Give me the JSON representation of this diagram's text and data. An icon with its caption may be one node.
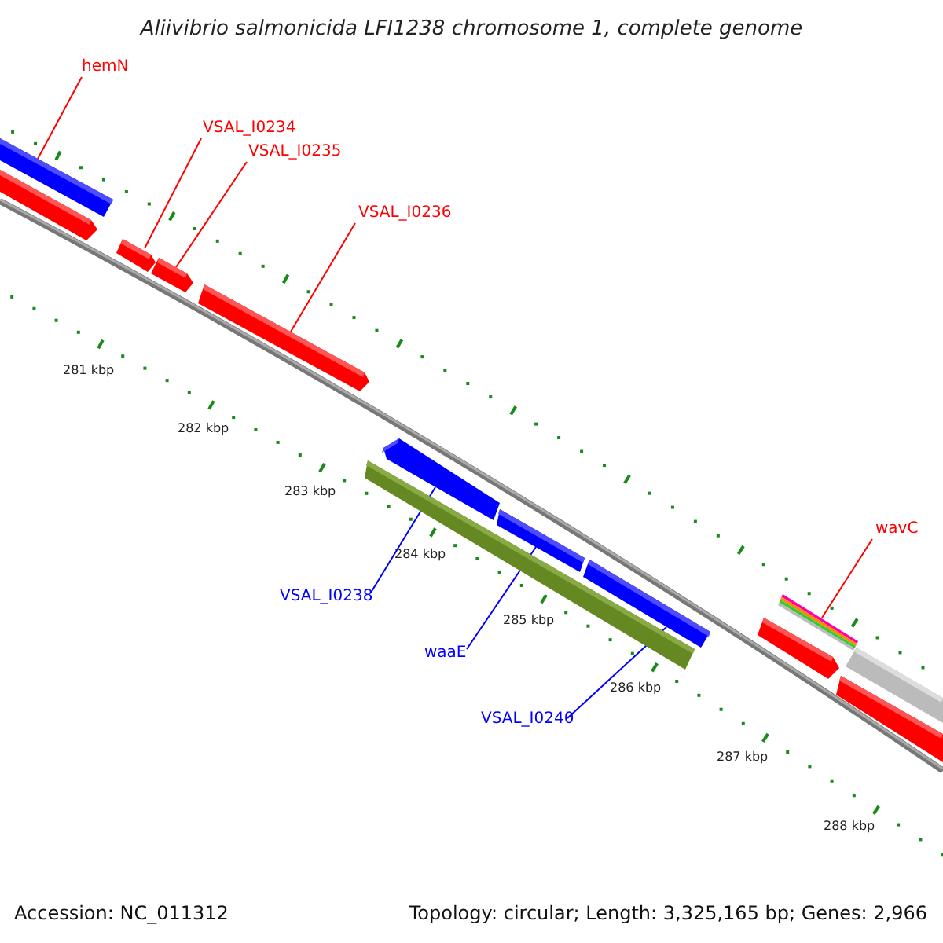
{
  "diagram": {
    "title": "Aliivibrio salmonicida LFI1238 chromosome 1, complete genome",
    "nodes": [
      {
        "text": [
          "hemN"
        ]
      },
      {
        "text": [
          "VSAL_I0234"
        ]
      },
      {
        "text": [
          "VSAL_I0235"
        ]
      },
      {
        "text": [
          "VSAL_I0236"
        ]
      },
      {
        "text": [
          "wavC"
        ]
      },
      {
        "text": [
          "VSAL_I0238"
        ]
      },
      {
        "text": [
          "waaE"
        ]
      },
      {
        "text": [
          "VSAL_I0240"
        ]
      },
      {
        "text": [],
        "shape": "bar"
      },
      {
        "text": [],
        "shape": "bar"
      },
      {
        "text": [],
        "shape": "bar"
      },
      {
        "text": [],
        "shape": "bar"
      },
      {
        "text": [],
        "shape": "bar"
      },
      {
        "text": [],
        "shape": "bar"
      },
      {
        "text": [],
        "shape": "bar"
      },
      {
        "text": [],
        "shape": "bar"
      },
      {
        "text": [],
        "shape": "bar"
      },
      {
        "text": [],
        "shape": "bar"
      },
      {
        "text": [],
        "shape": "bar"
      },
      {
        "text": [],
        "shape": "bar"
      },
      {
        "text": [],
        "shape": "bar"
      }
    ],
    "edges": [
      {
        "from": 0,
        "to": 8,
        "arrow": "none"
      },
      {
        "from": 1,
        "to": 10,
        "arrow": "none"
      },
      {
        "from": 2,
        "to": 11,
        "arrow": "none"
      },
      {
        "from": 3,
        "to": 12,
        "arrow": "none"
      },
      {
        "from": 4,
        "to": 17,
        "arrow": "none"
      },
      {
        "from": 5,
        "to": 13,
        "arrow": "none",
        "color": "#0000ff"
      },
      {
        "from": 6,
        "to": 15,
        "arrow": "none",
        "color": "#0000ff"
      },
      {
        "from": 7,
        "to": 16,
        "arrow": "none",
        "color": "#0000ff"
      }
    ],
    "labels": [
      "281 kbp",
      "282 kbp",
      "283 kbp",
      "284 kbp",
      "285 kbp",
      "286 kbp",
      "287 kbp",
      "288 kbp",
      "Accession: NC_011312",
      "Topology: circular; Length: 3,325,165 bp; Genes: 2,966"
    ]
  }
}
